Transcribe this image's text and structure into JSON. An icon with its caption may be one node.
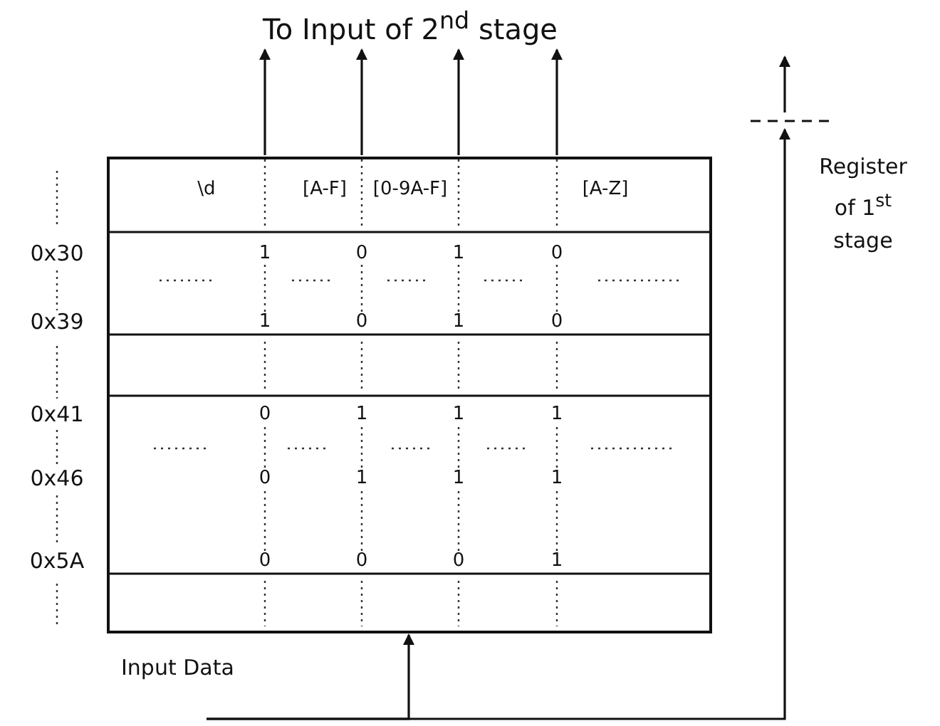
{
  "diagram": {
    "nodes": [
      {
        "text": [],
        "shape": "box"
      },
      {
        "text": [
          "Input Data"
        ]
      },
      {
        "text": [],
        "shape": "bar",
        "beside": [
          "Register of 1$^{st}$ stage"
        ]
      },
      {
        "text": [
          "To Input of 2$^{nd}$ stage"
        ]
      }
    ],
    "edges": [
      {
        "from": 1,
        "to": 0,
        "arrow": "to"
      },
      {
        "from": 1,
        "to": 2,
        "arrow": "to"
      },
      {
        "from": 2,
        "to": null,
        "arrow": "to"
      },
      {
        "from": 0,
        "to": 3,
        "arrow": "to"
      },
      {
        "from": 0,
        "to": 3,
        "arrow": "to"
      },
      {
        "from": 0,
        "to": 3,
        "arrow": "to"
      },
      {
        "from": 0,
        "to": 3,
        "arrow": "to"
      }
    ],
    "labels": [
      "\\d",
      "[A-F]",
      "[0-9A-F]",
      "[A-Z]",
      "0x30",
      "1",
      "0",
      "1",
      "0",
      "0x39",
      "1",
      "0",
      "1",
      "0",
      "0x41",
      "0",
      "1",
      "1",
      "1",
      "0x46",
      "0",
      "1",
      "1",
      "1",
      "0x5A",
      "0",
      "0",
      "0",
      "1"
    ]
  }
}
